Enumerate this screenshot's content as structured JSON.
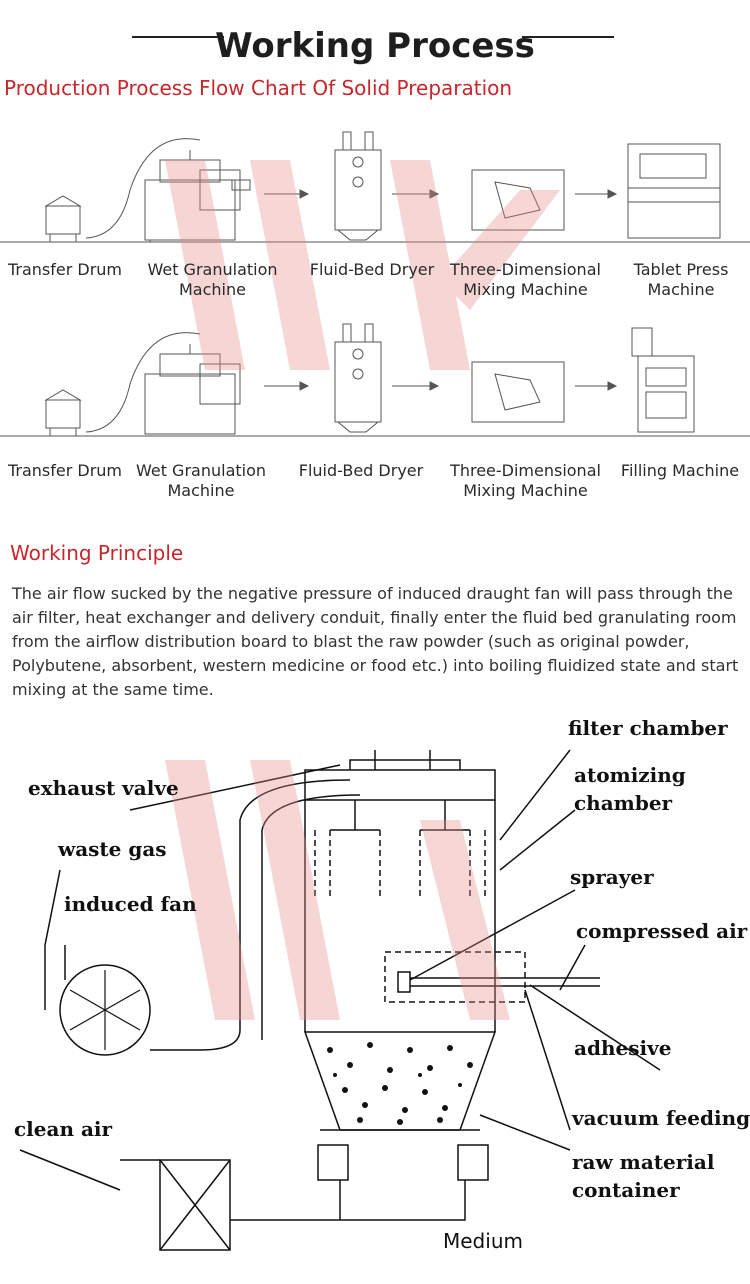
{
  "header": {
    "title": "Working Process"
  },
  "flow_chart": {
    "heading": "Production Process Flow Chart Of Solid Preparation",
    "row1": [
      "Transfer Drum",
      "Wet Granulation Machine",
      "Fluid-Bed Dryer",
      "Three-Dimensional Mixing Machine",
      "Tablet Press Machine"
    ],
    "row2": [
      "Transfer Drum",
      "Wet Granulation Machine",
      "Fluid-Bed Dryer",
      "Three-Dimensional Mixing Machine",
      "Filling Machine"
    ]
  },
  "principle": {
    "heading": "Working Principle",
    "text": "The air flow sucked by the negative pressure of induced draught fan will pass through the air filter, heat exchanger and delivery conduit, finally enter the fluid bed granulating room from the airflow distribution board to blast the raw powder (such as original powder, Polybutene, absorbent, western medicine or food etc.) into boiling fluidized state and start mixing at the same time."
  },
  "diagram": {
    "labels": {
      "filter_chamber": "filter chamber",
      "exhaust_valve": "exhaust valve",
      "atomizing": "atomizing",
      "chamber": "chamber",
      "waste_gas": "waste gas",
      "induced_fan": "induced fan",
      "sprayer": "sprayer",
      "compressed_air": "compressed air",
      "adhesive": "adhesive",
      "clean_air": "clean air",
      "vacuum_feeding": "vacuum feeding",
      "raw_material": "raw material",
      "container": "container",
      "medium": "Medium"
    }
  },
  "colors": {
    "accent_red": "#c8262b",
    "watermark": "#e88a8a"
  }
}
